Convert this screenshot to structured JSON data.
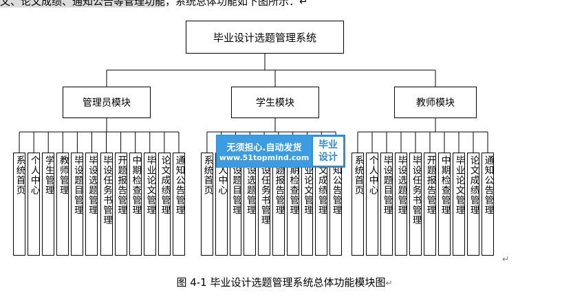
{
  "top_text": {
    "prefix": "文、论文成绩、通知公告等管理功能",
    "suffix": "，系统总体功能如下图所示：",
    "end_mark": "↵"
  },
  "diagram": {
    "root": "毕业设计选题管理系统",
    "modules": [
      {
        "label": "管理员模块",
        "leaves": [
          "系统首页",
          "个人中心",
          "学生管理",
          "教师管理",
          "毕设题目管理",
          "毕设选题管理",
          "毕设任务书管理",
          "开题报告管理",
          "中期检查管理",
          "毕业论文管理",
          "论文成绩管理",
          "通知公告管理"
        ]
      },
      {
        "label": "学生模块",
        "leaves": [
          "系统首页",
          "个人中心",
          "毕设题目管理",
          "毕设选题管理",
          "毕设任务书管理",
          "开题报告管理",
          "中期检查管理",
          "毕业论文管理",
          "论文成绩管理",
          "通知公告管理"
        ]
      },
      {
        "label": "教师模块",
        "leaves": [
          "系统首页",
          "个人中心",
          "毕设题目管理",
          "毕设选题管理",
          "毕设任务书管理",
          "开题报告管理",
          "中期检查管理",
          "毕业论文管理",
          "论文成绩管理",
          "通知公告管理"
        ]
      }
    ]
  },
  "watermark": {
    "line1": "无须担心.自动发货",
    "line2": "www.51topmind.com",
    "side1": "毕业",
    "side2": "设计"
  },
  "caption": "图 4-1 毕业设计选题管理系统总体功能模块图",
  "paragraph_mark": "↵"
}
